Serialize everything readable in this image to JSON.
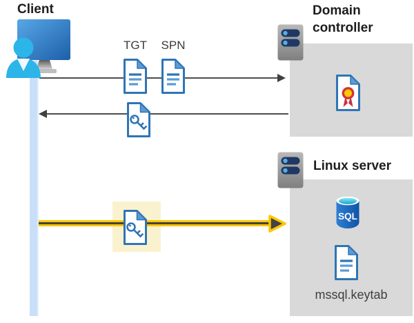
{
  "nodes": {
    "client": {
      "label": "Client"
    },
    "domain_controller": {
      "label": "Domain controller"
    },
    "linux_server": {
      "label": "Linux server"
    }
  },
  "labels": {
    "tgt": "TGT",
    "spn": "SPN",
    "sql": "SQL",
    "keytab": "mssql.keytab"
  },
  "icons": [
    "client-icon",
    "server-icon",
    "tgt-document-icon",
    "spn-document-icon",
    "key-document-icon",
    "certificate-icon",
    "sql-database-icon",
    "keytab-document-icon"
  ],
  "colors": {
    "doc_border_blue": "#2E75B6",
    "doc_fold_blue": "#5B9BD5",
    "box_gray": "#D9D9D9",
    "lifeline_blue": "#C9DFF9",
    "arrow_gray": "#4D4D4D",
    "arrow_yellow": "#FFC700",
    "highlight_yellow": "#FAF2CF",
    "server_bar_navy": "#1F3864",
    "server_dot_blue": "#56AEE0",
    "person_cyan": "#2CB5E8",
    "monitor_blue": "#2E75B6",
    "sql_body_blue": "#1463BE",
    "sql_top_cyan": "#2FBBDC",
    "cert_ribbon_red": "#C7333E",
    "cert_seal_yellow": "#FFC800",
    "title_text": "#1D1D1D"
  }
}
